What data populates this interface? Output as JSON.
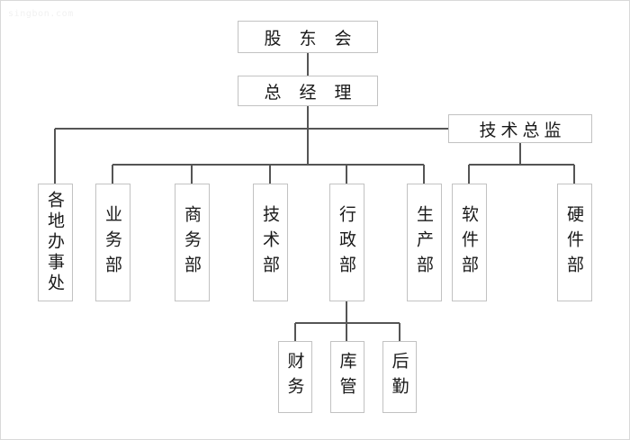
{
  "watermark": "singbon.com",
  "colors": {
    "background": "#ffffff",
    "box_border": "#c2c2c2",
    "connector": "#555555",
    "text": "#1a1a1a",
    "frame": "#d9d9d9"
  },
  "chart_data": {
    "type": "diagram",
    "diagram_kind": "organizational-chart",
    "title": "",
    "orientation": "top-down",
    "levels": 4,
    "nodes": [
      {
        "id": "shareholders",
        "label": "股 东 会",
        "level": 0,
        "parent": null
      },
      {
        "id": "general-manager",
        "label": "总 经 理",
        "level": 1,
        "parent": "shareholders"
      },
      {
        "id": "technical-director",
        "label": "技术总监",
        "level": 2,
        "parent": "general-manager"
      },
      {
        "id": "regional-offices",
        "label": "各地办事处",
        "level": 3,
        "parent": "general-manager"
      },
      {
        "id": "business-dept",
        "label": "业务部",
        "level": 3,
        "parent": "general-manager"
      },
      {
        "id": "commerce-dept",
        "label": "商务部",
        "level": 3,
        "parent": "general-manager"
      },
      {
        "id": "technology-dept",
        "label": "技术部",
        "level": 3,
        "parent": "general-manager"
      },
      {
        "id": "administration-dept",
        "label": "行政部",
        "level": 3,
        "parent": "general-manager"
      },
      {
        "id": "production-dept",
        "label": "生产部",
        "level": 3,
        "parent": "general-manager"
      },
      {
        "id": "software-dept",
        "label": "软件部",
        "level": 3,
        "parent": "technical-director"
      },
      {
        "id": "hardware-dept",
        "label": "硬件部",
        "level": 3,
        "parent": "technical-director"
      },
      {
        "id": "finance",
        "label": "财务",
        "level": 4,
        "parent": "administration-dept"
      },
      {
        "id": "warehouse",
        "label": "库管",
        "level": 4,
        "parent": "administration-dept"
      },
      {
        "id": "logistics",
        "label": "后勤",
        "level": 4,
        "parent": "administration-dept"
      }
    ],
    "edges": [
      {
        "from": "shareholders",
        "to": "general-manager"
      },
      {
        "from": "general-manager",
        "to": "technical-director"
      },
      {
        "from": "general-manager",
        "to": "regional-offices"
      },
      {
        "from": "general-manager",
        "to": "business-dept"
      },
      {
        "from": "general-manager",
        "to": "commerce-dept"
      },
      {
        "from": "general-manager",
        "to": "technology-dept"
      },
      {
        "from": "general-manager",
        "to": "administration-dept"
      },
      {
        "from": "general-manager",
        "to": "production-dept"
      },
      {
        "from": "technical-director",
        "to": "software-dept"
      },
      {
        "from": "technical-director",
        "to": "hardware-dept"
      },
      {
        "from": "administration-dept",
        "to": "finance"
      },
      {
        "from": "administration-dept",
        "to": "warehouse"
      },
      {
        "from": "administration-dept",
        "to": "logistics"
      }
    ]
  }
}
